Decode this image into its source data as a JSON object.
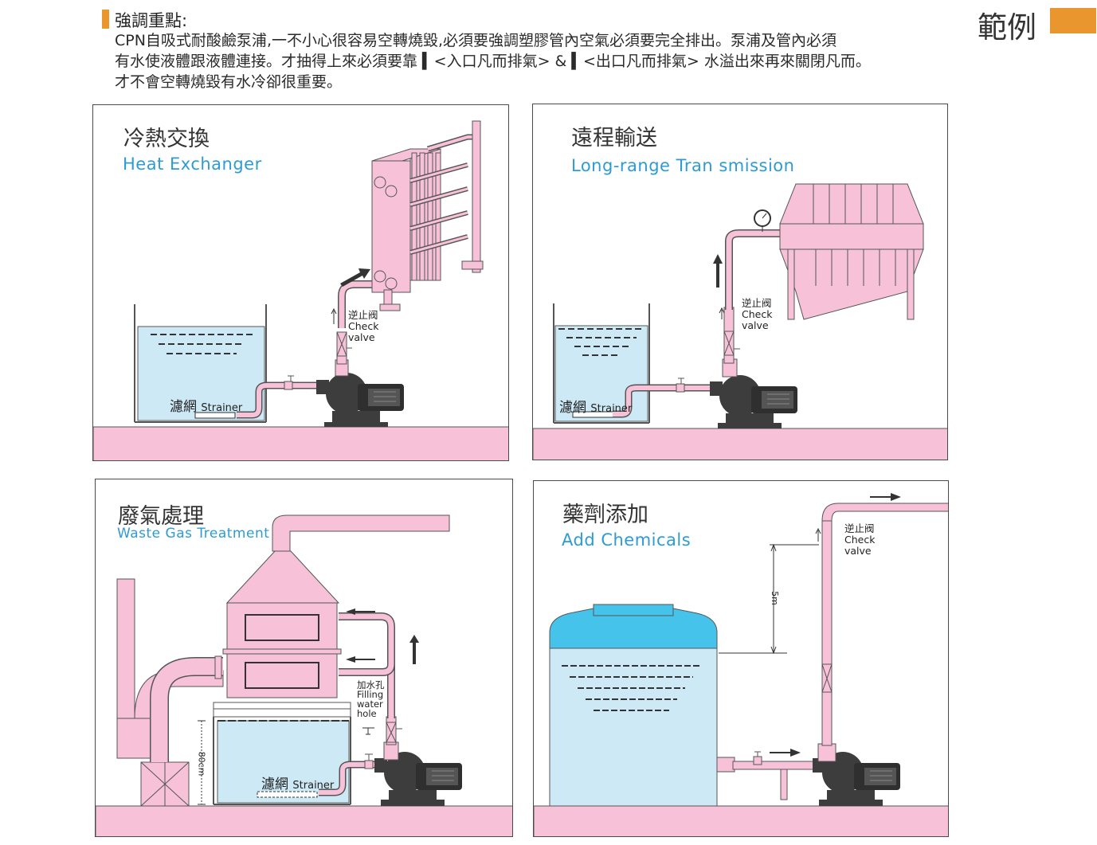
{
  "header": {
    "title": "強調重點:",
    "lines": [
      "CPN自吸式耐酸鹼泵浦,一不小心很容易空轉燒毀,必須要強調塑膠管內空氣必須要完全排出。泵浦及管內必須",
      "有水使液體跟液體連接。才抽得上來必須要靠 ▍<入口凡而排氣> & ▍<出口凡而排氣> 水溢出來再來關閉凡而。",
      "才不會空轉燒毀有水冷卻很重要。"
    ]
  },
  "sample_label": "範例",
  "panels": {
    "heat": {
      "title_zh": "冷熱交換",
      "title_en": "Heat Exchanger",
      "valve_zh": "逆止阀",
      "valve_en1": "Check",
      "valve_en2": "valve",
      "strainer_zh": "濾網",
      "strainer_en": "Strainer"
    },
    "long": {
      "title_zh": "遠程輸送",
      "title_en": "Long-range Tran smission",
      "valve_zh": "逆止阀",
      "valve_en1": "Check",
      "valve_en2": "valve",
      "strainer_zh": "濾網",
      "strainer_en": "Strainer"
    },
    "waste": {
      "title_zh": "廢氣處理",
      "title_en": "Waste Gas Treatment",
      "fill_zh": "加水孔",
      "fill_en1": "Filling",
      "fill_en2": "water",
      "fill_en3": "hole",
      "strainer_zh": "濾網",
      "strainer_en": "Strainer",
      "height": "80cm"
    },
    "chem": {
      "title_zh": "藥劑添加",
      "title_en": "Add Chemicals",
      "valve_zh": "逆止阀",
      "valve_en1": "Check",
      "valve_en2": "valve",
      "height": "5m"
    }
  },
  "colors": {
    "accent": "#e9962e",
    "pink": "#f7c2d8",
    "water": "#cde9f6",
    "tank_cap": "#45c3ea",
    "title_blue": "#2c9bd6",
    "pump": "#3d3d3d"
  }
}
